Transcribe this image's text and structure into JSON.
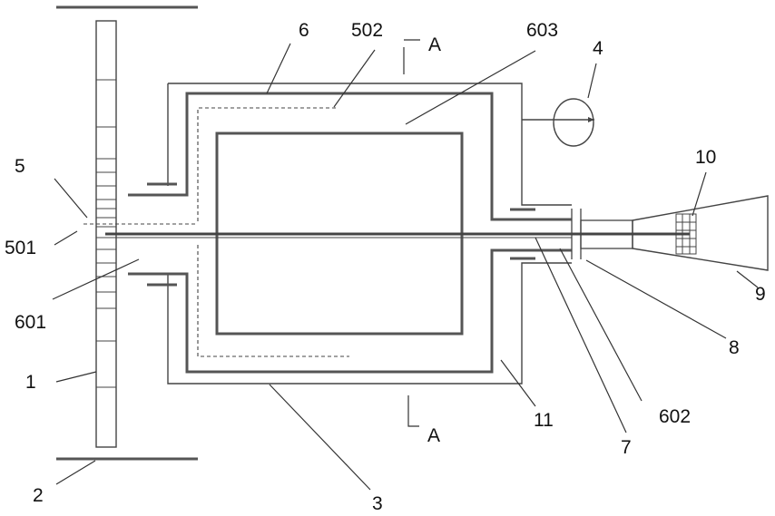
{
  "labels": {
    "l1": "1",
    "l2": "2",
    "l3": "3",
    "l4": "4",
    "l5": "5",
    "l501": "501",
    "l502": "502",
    "l6": "6",
    "l601": "601",
    "l602": "602",
    "l603": "603",
    "l7": "7",
    "l8": "8",
    "l9": "9",
    "l10": "10",
    "l11": "11",
    "sectionTop": "A",
    "sectionBottom": "A"
  }
}
